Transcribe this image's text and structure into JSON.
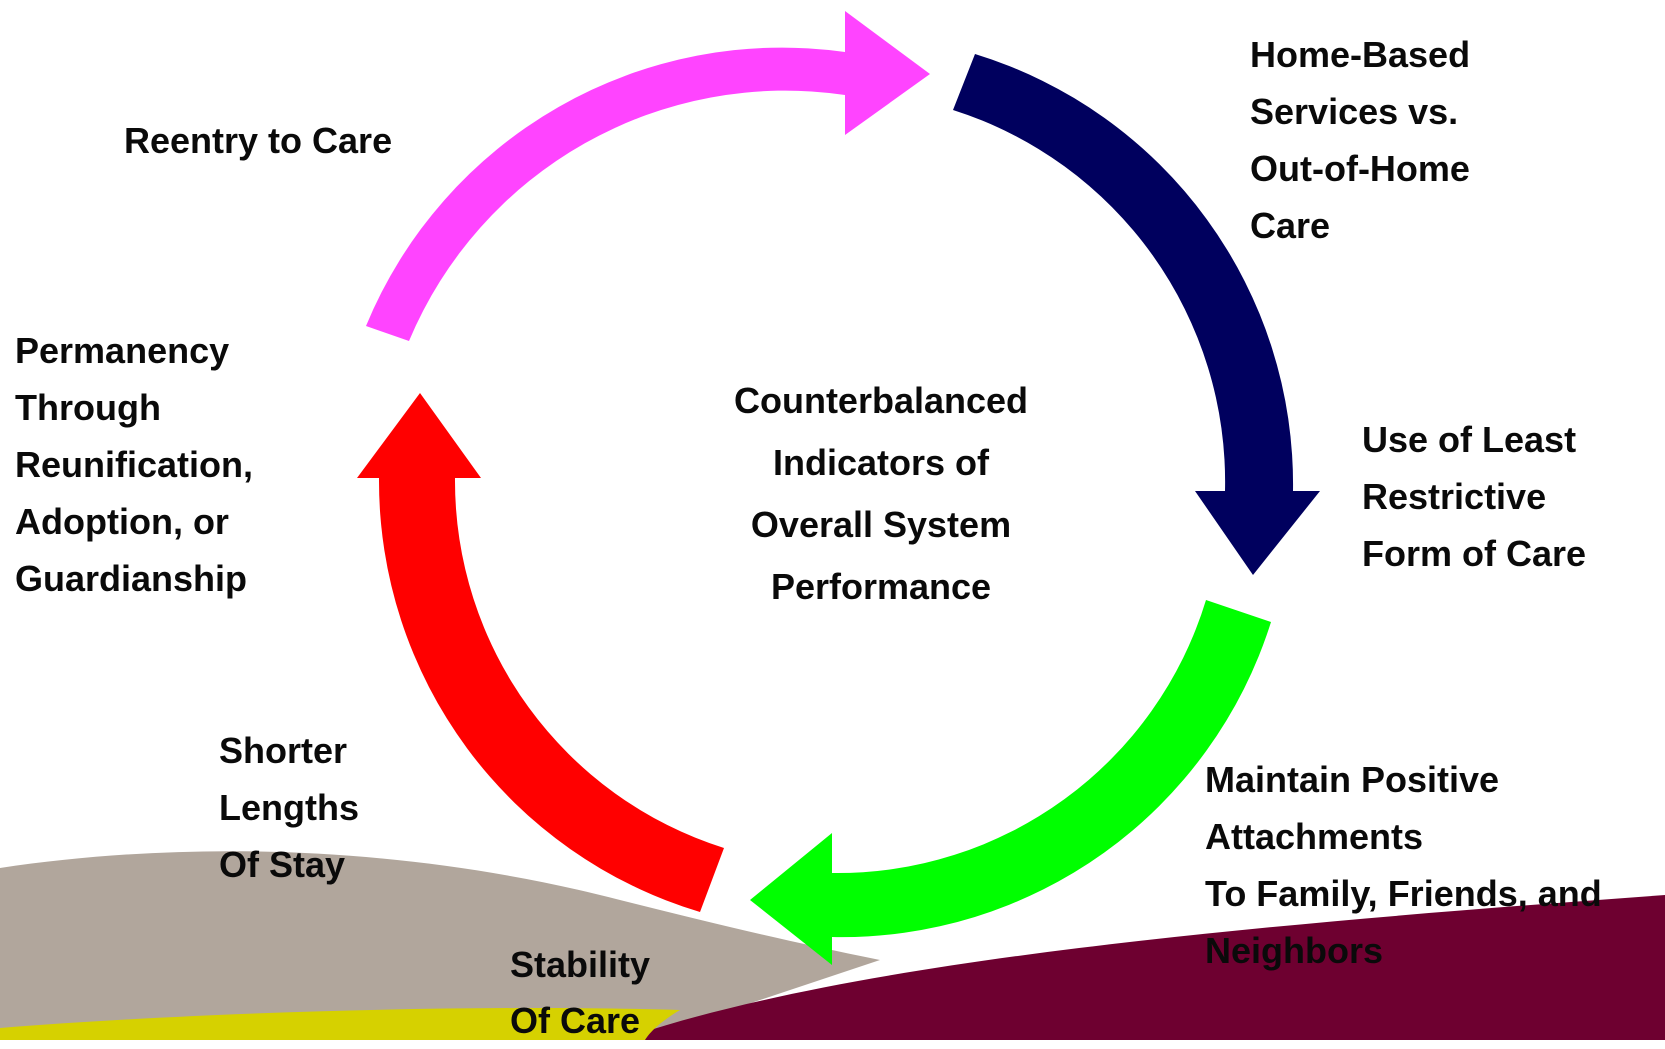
{
  "center_title": [
    "Counterbalanced",
    "Indicators of",
    "Overall System",
    "Performance"
  ],
  "labels": {
    "reentry": [
      "Reentry to Care"
    ],
    "home_based": [
      "Home-Based",
      "Services vs.",
      "Out-of-Home",
      "Care"
    ],
    "least_restrictive": [
      "Use of Least",
      "Restrictive",
      "Form of Care"
    ],
    "attachments": [
      "Maintain Positive",
      "Attachments",
      "To Family, Friends, and",
      "Neighbors"
    ],
    "stability": [
      "Stability",
      "Of Care"
    ],
    "shorter_stay": [
      "Shorter",
      "Lengths",
      "Of Stay"
    ],
    "permanency": [
      "Permanency",
      "Through",
      "Reunification,",
      "Adoption, or",
      "Guardianship"
    ]
  },
  "colors": {
    "arrow_top": "#ff44ff",
    "arrow_right": "#00005e",
    "arrow_bottom": "#00ff00",
    "arrow_left": "#ff0000",
    "wave_gray": "#b1a69c",
    "wave_maroon": "#6e0030",
    "wave_yellow": "#d6d100"
  }
}
